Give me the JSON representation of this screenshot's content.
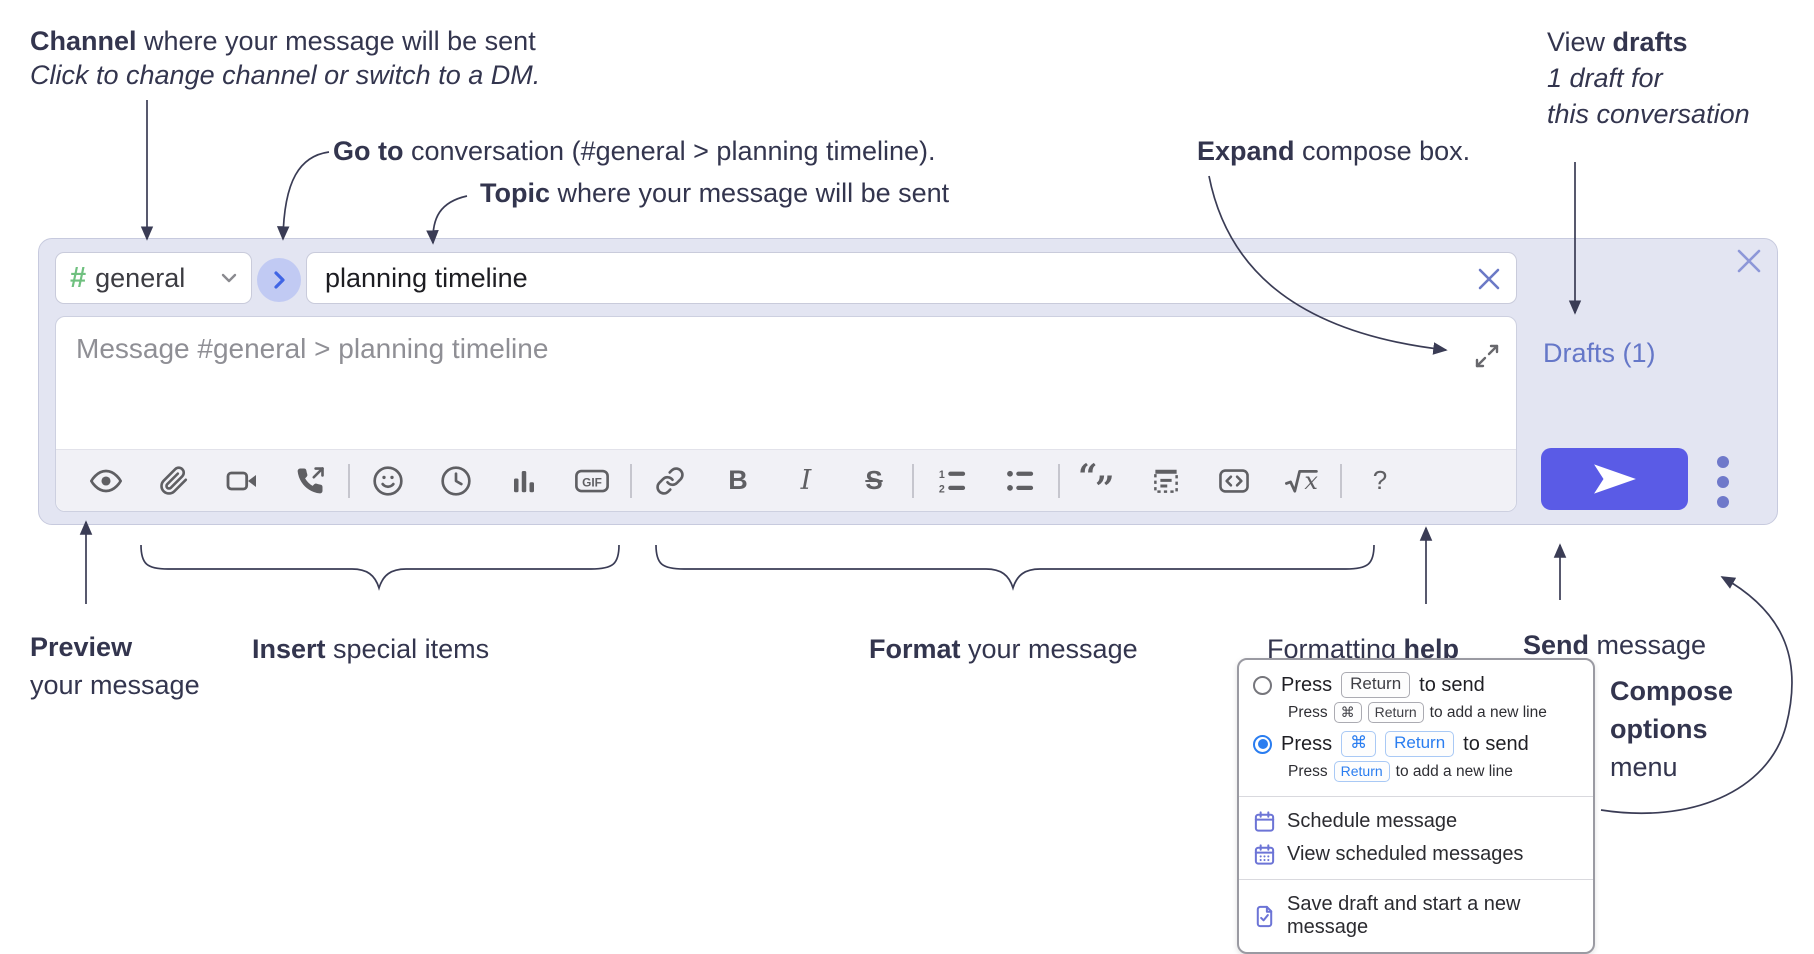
{
  "annotations": {
    "channel": {
      "bold": "Channel",
      "rest": " where your message will be sent",
      "line2": "Click to change channel or switch to a DM."
    },
    "goto": {
      "bold": "Go to",
      "rest": " conversation (#general > planning timeline)."
    },
    "topic": {
      "bold": "Topic",
      "rest": " where your message will be sent"
    },
    "expand": {
      "bold": "Expand",
      "rest": " compose box."
    },
    "drafts": {
      "pre": "View ",
      "bold": "drafts",
      "line2": "1 draft for",
      "line3": "this conversation"
    },
    "preview": {
      "bold": "Preview",
      "line2": "your message"
    },
    "insert": {
      "bold": "Insert",
      "rest": " special items"
    },
    "format": {
      "bold": "Format",
      "rest": " your message"
    },
    "formatting_help": {
      "pre": "Formatting ",
      "bold": "help"
    },
    "send": {
      "bold": "Send",
      "rest": " message"
    },
    "compose_options": {
      "line1": "Compose",
      "line2": "options",
      "line3": "menu"
    }
  },
  "compose": {
    "channel_selector": {
      "hash": "#",
      "label": "general"
    },
    "topic_input": {
      "value": "planning timeline"
    },
    "message_input": {
      "placeholder": "Message #general > planning timeline"
    },
    "drafts_link": "Drafts (1)",
    "toolbar": {
      "gif_label": "GIF",
      "bold_label": "B",
      "italic_label": "I",
      "strike_label": "S",
      "quote_open": "“",
      "quote_close": "”",
      "math_x": "x",
      "help_label": "?",
      "icon_names": [
        "preview-eye",
        "attach-paperclip",
        "video-call",
        "voice-call",
        "divider",
        "emoji-smiley",
        "time-clock",
        "poll-bar-chart",
        "gif",
        "divider",
        "link",
        "bold",
        "italic",
        "strikethrough",
        "divider",
        "numbered-list",
        "bulleted-list",
        "divider",
        "quote",
        "spoiler",
        "code",
        "math-latex",
        "divider",
        "help-question"
      ]
    }
  },
  "options_menu": {
    "option1": {
      "press": "Press",
      "key1": "Return",
      "suffix": "to send",
      "sub_press": "Press",
      "sub_key1": "⌘",
      "sub_key2": "Return",
      "sub_suffix": "to add a new line"
    },
    "option2": {
      "press": "Press",
      "key1": "⌘",
      "key2": "Return",
      "suffix": "to send",
      "sub_press": "Press",
      "sub_key1": "Return",
      "sub_suffix": "to add a new line"
    },
    "items": [
      {
        "label": "Schedule message"
      },
      {
        "label": "View scheduled messages"
      },
      {
        "label": "Save draft and start a new message"
      }
    ]
  },
  "colors": {
    "compose_bg": "#e3e5f2",
    "send_button": "#5a5be6",
    "drafts_link": "#6577c8",
    "hash_green": "#6fc07f",
    "go_circle_bg": "#c1caf3",
    "go_chevron": "#4065e5",
    "radio_selected": "#2a7df0",
    "menu_icon_purple": "#6c74d6",
    "annotation_text": "#33354e",
    "toolbar_icon": "#5f5f63"
  }
}
